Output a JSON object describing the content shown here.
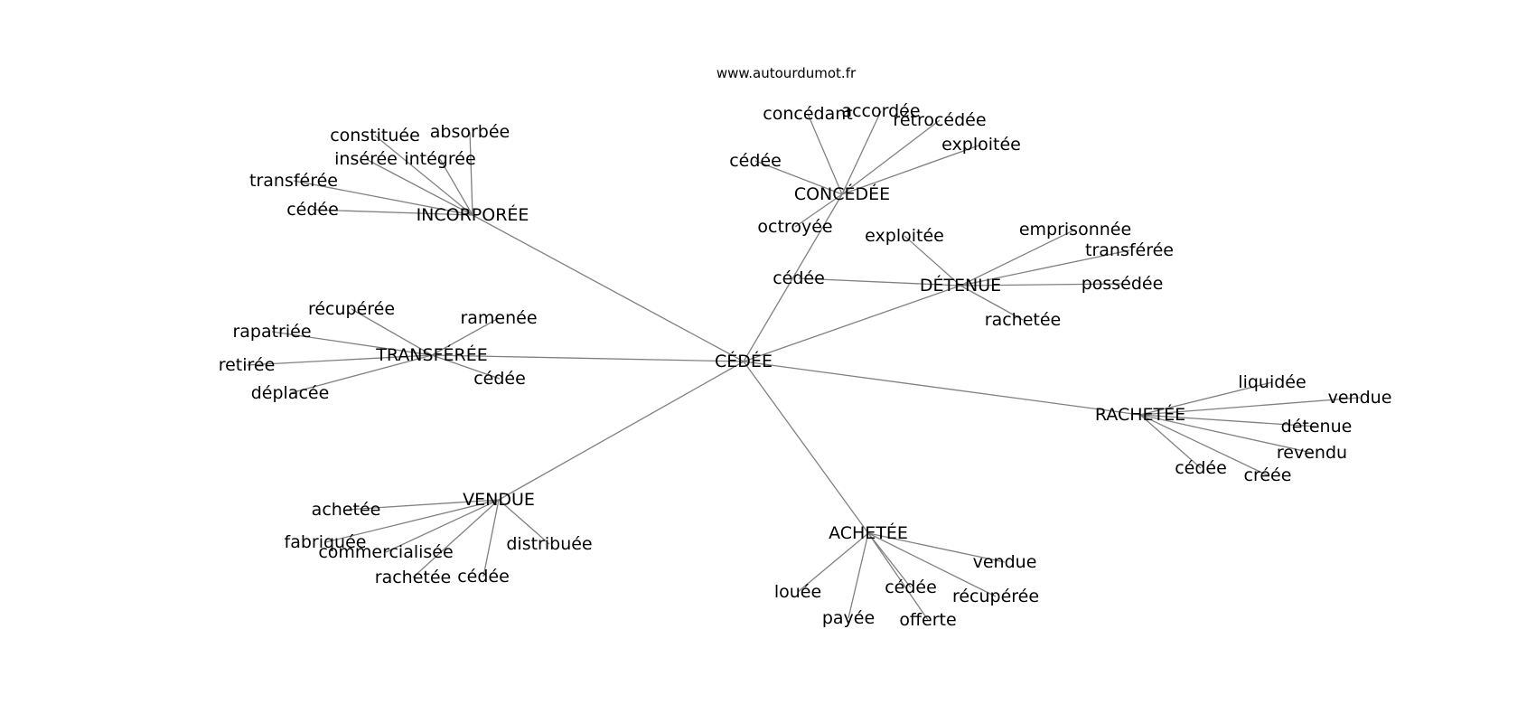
{
  "site": "www.autourdumot.fr",
  "center": "CÉDÉE",
  "clusters": [
    {
      "hub": "INCORPORÉE",
      "leaves": [
        "absorbée",
        "constituée",
        "insérée",
        "intégrée",
        "transférée",
        "cédée"
      ]
    },
    {
      "hub": "CONCÉDÉE",
      "leaves": [
        "concédant",
        "accordée",
        "rétrocédée",
        "exploitée",
        "cédée",
        "octroyée"
      ]
    },
    {
      "hub": "DÉTENUE",
      "leaves": [
        "exploitée",
        "emprisonnée",
        "transférée",
        "possédée",
        "rachetée",
        "cédée"
      ]
    },
    {
      "hub": "TRANSFÉRÉE",
      "leaves": [
        "récupérée",
        "ramenée",
        "rapatriée",
        "retirée",
        "déplacée",
        "cédée"
      ]
    },
    {
      "hub": "RACHETÉE",
      "leaves": [
        "liquidée",
        "vendue",
        "détenue",
        "revendu",
        "créée",
        "cédée"
      ]
    },
    {
      "hub": "VENDUE",
      "leaves": [
        "achetée",
        "fabriquée",
        "commercialisée",
        "rachetée",
        "cédée",
        "distribuée"
      ]
    },
    {
      "hub": "ACHETÉE",
      "leaves": [
        "vendue",
        "louée",
        "cédée",
        "récupérée",
        "payée",
        "offerte"
      ]
    }
  ]
}
